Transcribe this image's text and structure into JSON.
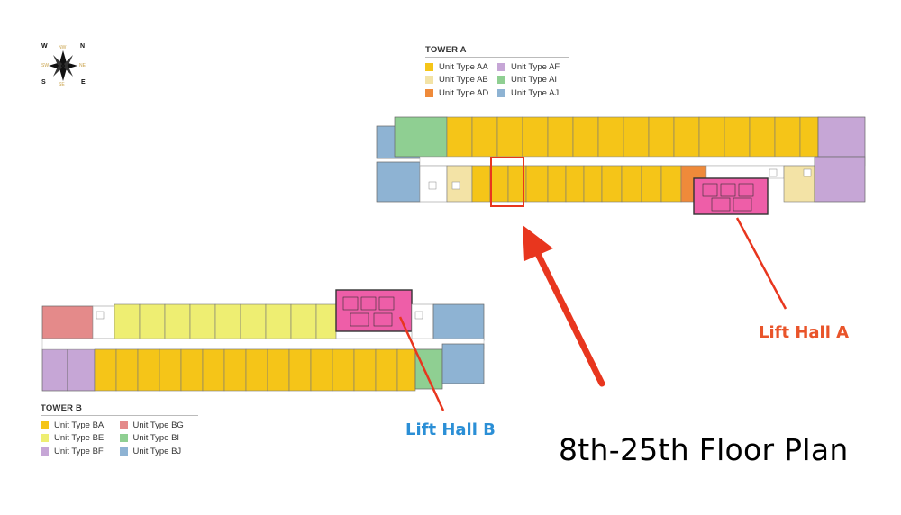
{
  "compass": {
    "n": "N",
    "w": "W",
    "s": "S",
    "e": "E",
    "nw": "NW",
    "sw": "SW",
    "se": "SE",
    "ne": "NE"
  },
  "tower_a": {
    "title": "TOWER A",
    "units": [
      {
        "label": "Unit Type AA",
        "color": "#f5c518"
      },
      {
        "label": "Unit Type AF",
        "color": "#c6a6d6"
      },
      {
        "label": "Unit Type AB",
        "color": "#f3e3a6"
      },
      {
        "label": "Unit Type AI",
        "color": "#8fcf92"
      },
      {
        "label": "Unit Type AD",
        "color": "#ef8a3a"
      },
      {
        "label": "Unit Type AJ",
        "color": "#8eb3d3"
      }
    ]
  },
  "tower_b": {
    "title": "TOWER B",
    "units": [
      {
        "label": "Unit Type BA",
        "color": "#f5c518"
      },
      {
        "label": "Unit Type BG",
        "color": "#e48a8a"
      },
      {
        "label": "Unit Type BE",
        "color": "#eeee72"
      },
      {
        "label": "Unit Type BI",
        "color": "#8fcf92"
      },
      {
        "label": "Unit Type BF",
        "color": "#c6a6d6"
      },
      {
        "label": "Unit Type BJ",
        "color": "#8eb3d3"
      }
    ]
  },
  "colors": {
    "lift_hall": "#ee5ea8",
    "arrow": "#e8361e",
    "lift_hall_a_text": "#e9542a",
    "lift_hall_b_text": "#2b8fd6",
    "highlight_box": "#e8361e"
  },
  "lift_hall_a": "Lift Hall A",
  "lift_hall_b": "Lift Hall B",
  "caption": "8th-25th Floor Plan"
}
